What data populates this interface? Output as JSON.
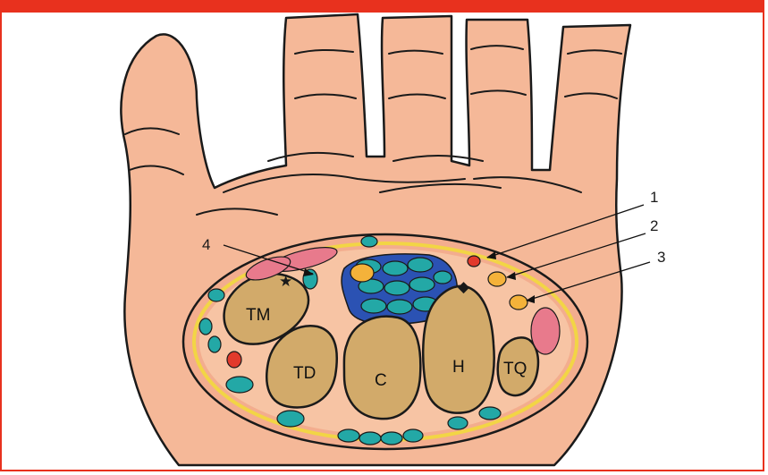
{
  "colors": {
    "frame": "#e8311e",
    "skin": "#f5b898",
    "skin_inner": "#f3ad8e",
    "bone": "#d2aa6a",
    "tendon": "#23a8a6",
    "nerve": "#f4b23a",
    "artery": "#e23a2c",
    "outline": "#1a1a1a",
    "fascia": "#f2d545",
    "blue": "#2b52b3"
  },
  "callouts": [
    "1",
    "2",
    "3",
    "4"
  ],
  "bones": {
    "tm": "TM",
    "td": "TD",
    "c": "C",
    "h": "H",
    "tq": "TQ"
  },
  "markers": {
    "star": "★",
    "diamond": "◆"
  }
}
